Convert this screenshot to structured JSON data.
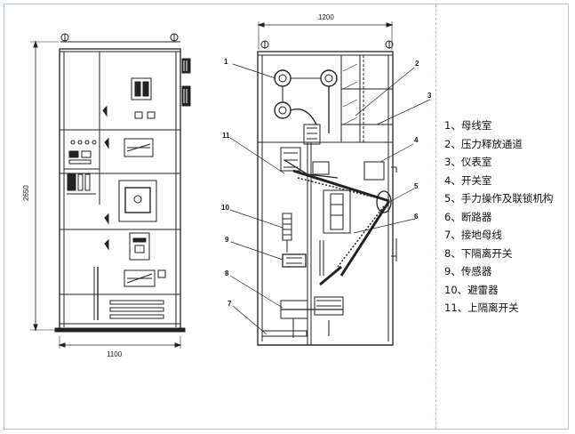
{
  "front_view": {
    "dim_height": "2650",
    "dim_width": "1100"
  },
  "side_view": {
    "dim_width": "1200",
    "callouts": [
      "1",
      "2",
      "3",
      "4",
      "5",
      "6",
      "7",
      "8",
      "9",
      "10",
      "11"
    ]
  },
  "legend": [
    "1、母线室",
    "2、压力释放通道",
    "3、仪表室",
    "4、开关室",
    "5、手力操作及联锁机构",
    "6、断路器",
    "7、接地母线",
    "8、下隔离开关",
    "9、传感器",
    "10、避雷器",
    "11、上隔离开关"
  ]
}
